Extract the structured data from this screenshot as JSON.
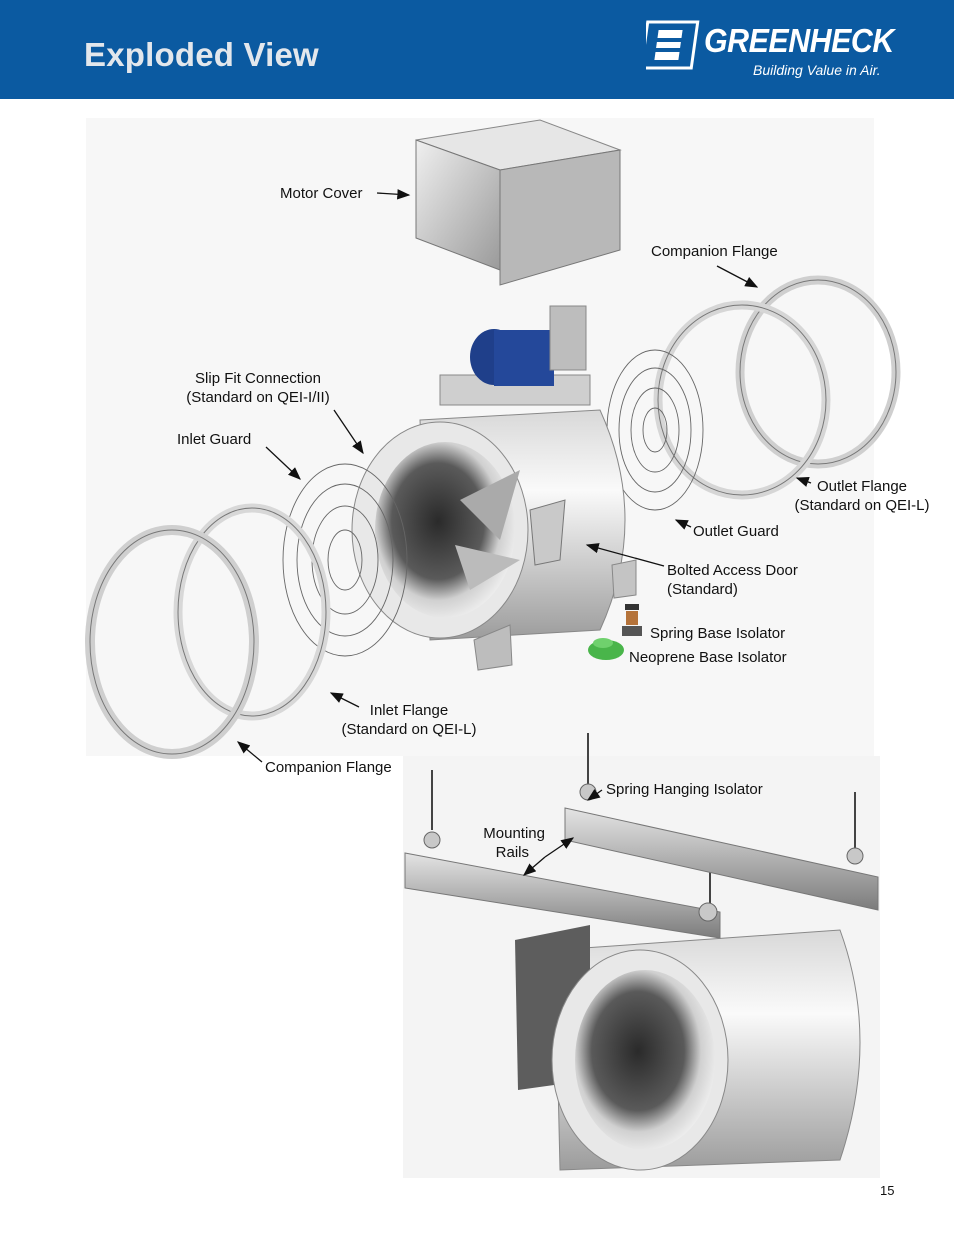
{
  "header": {
    "title": "Exploded View",
    "brand": "GREENHECK",
    "tagline": "Building Value in Air.",
    "color": "#0b5aa1"
  },
  "labels": {
    "motor_cover": "Motor Cover",
    "companion_flange_top": "Companion Flange",
    "slip_fit_1": "Slip Fit Connection",
    "slip_fit_2": "(Standard on QEI-I/II)",
    "inlet_guard": "Inlet Guard",
    "outlet_flange_1": "Outlet Flange",
    "outlet_flange_2": "(Standard on QEI-L)",
    "outlet_guard": "Outlet Guard",
    "access_door_1": "Bolted Access Door",
    "access_door_2": "(Standard)",
    "spring_base": "Spring Base Isolator",
    "neoprene_base": "Neoprene Base Isolator",
    "inlet_flange_1": "Inlet Flange",
    "inlet_flange_2": "(Standard on QEI-L)",
    "companion_flange_bottom": "Companion Flange",
    "spring_hanging": "Spring Hanging Isolator",
    "mounting_rails_1": "Mounting",
    "mounting_rails_2": "Rails"
  },
  "page_number": "15"
}
